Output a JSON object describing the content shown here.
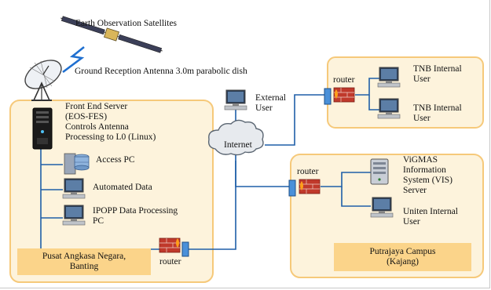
{
  "satellites": {
    "label": "Earth Observation Satellites"
  },
  "ground_antenna": {
    "label": "Ground Reception Antenna 3.0m parabolic dish"
  },
  "front_end_server": {
    "lines": [
      "Front End Server",
      "(EOS-FES)",
      "Controls Antenna",
      "Processing to L0 (Linux)"
    ]
  },
  "banting_devices": {
    "access_pc": "Access PC",
    "automated_data": "Automated Data",
    "ipopp_lines": [
      "IPOPP Data Processing",
      "PC"
    ]
  },
  "banting_site": {
    "lines": [
      "Pusat Angkasa Negara,",
      "Banting"
    ]
  },
  "external_user": {
    "lines": [
      "External",
      "User"
    ]
  },
  "internet": {
    "label": "Internet"
  },
  "routers": {
    "banting": "router",
    "tnb": "router",
    "putrajaya": "router"
  },
  "tnb": {
    "user1_lines": [
      "TNB Internal",
      "User"
    ],
    "user2_lines": [
      "TNB Internal",
      "User"
    ]
  },
  "putrajaya": {
    "vigmas_lines": [
      "ViGMAS",
      "Information",
      "System (VIS)",
      "Server"
    ],
    "uniten_lines": [
      "Uniten Internal",
      "User"
    ],
    "site_lines": [
      "Putrajaya Campus",
      "(Kajang)"
    ]
  },
  "colors": {
    "site_fill": "#fdf3dc",
    "site_border": "#f6c97a",
    "site_label_fill": "#fbd48a",
    "link": "#1f5fa8",
    "router": "#4a90d9",
    "firewall": "#c0392b"
  }
}
